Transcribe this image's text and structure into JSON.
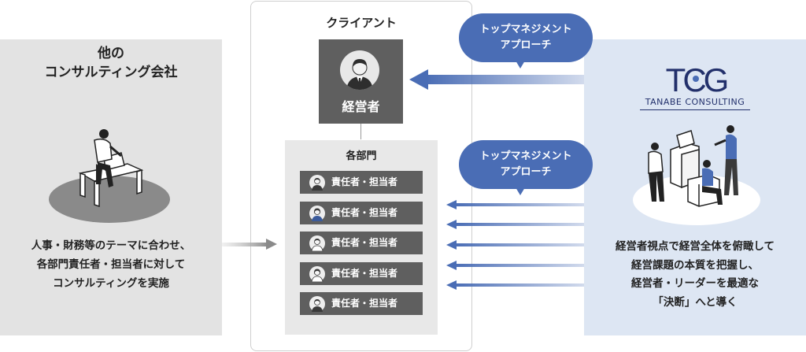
{
  "left_panel": {
    "title_line1": "他の",
    "title_line2": "コンサルティング会社",
    "desc_line1": "人事・財務等のテーマに合わせ、",
    "desc_line2": "各部門責任者・担当者に対して",
    "desc_line3": "コンサルティングを実施"
  },
  "client": {
    "title": "クライアント",
    "executive_label": "経営者",
    "department_title": "各部門",
    "managers": [
      {
        "label": "責任者・担当者"
      },
      {
        "label": "責任者・担当者"
      },
      {
        "label": "責任者・担当者"
      },
      {
        "label": "責任者・担当者"
      },
      {
        "label": "責任者・担当者"
      }
    ]
  },
  "bubbles": {
    "top_line1": "トップマネジメント",
    "top_line2": "アプローチ",
    "mid_line1": "トップマネジメント",
    "mid_line2": "アプローチ"
  },
  "right_panel": {
    "logo_text": "TCG",
    "company_name": "TANABE CONSULTING",
    "desc_line1": "経営者視点で経営全体を俯瞰して",
    "desc_line2": "経営課題の本質を把握し、",
    "desc_line3": "経営者・リーダーを最適な",
    "desc_line4": "「決断」へと導く"
  },
  "colors": {
    "accent_blue": "#4a6db5",
    "logo_navy": "#22306b",
    "dark_gray": "#5f5f5f",
    "left_bg": "#e3e3e3",
    "right_bg": "#dde6f3"
  }
}
